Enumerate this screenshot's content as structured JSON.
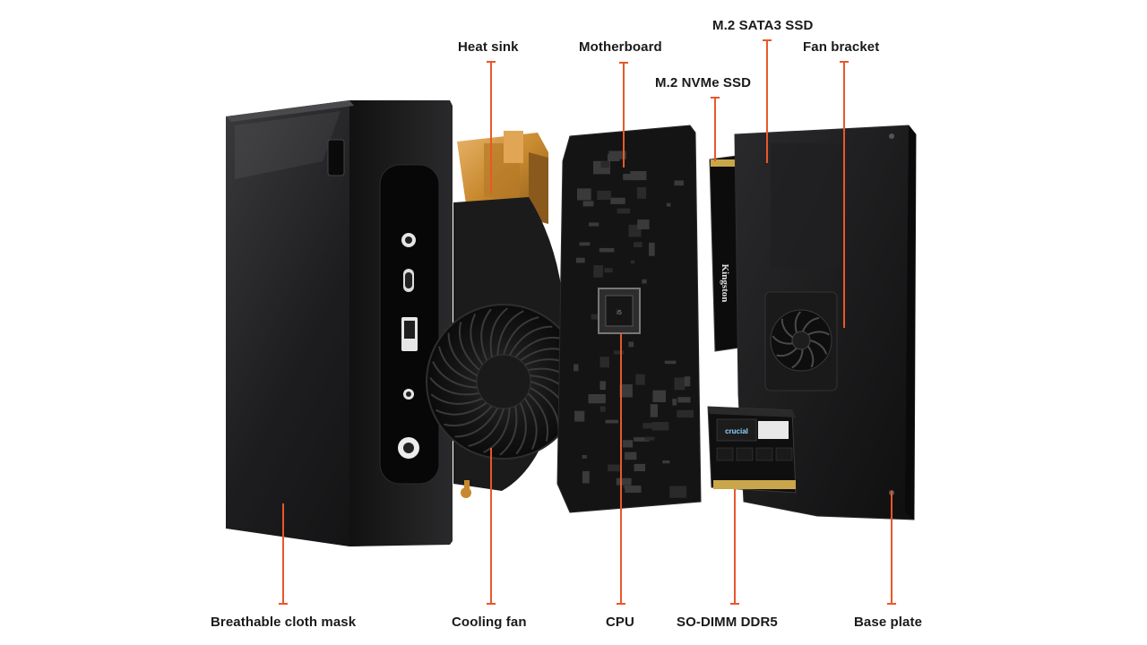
{
  "labels": {
    "heat_sink": "Heat sink",
    "motherboard": "Motherboard",
    "m2_sata3_ssd": "M.2 SATA3 SSD",
    "m2_nvme_ssd": "M.2 NVMe SSD",
    "fan_bracket": "Fan bracket",
    "breathable_cloth_mask": "Breathable cloth mask",
    "cooling_fan": "Cooling fan",
    "cpu": "CPU",
    "so_dimm_ddr5": "SO-DIMM DDR5",
    "base_plate": "Base plate"
  },
  "ssd_brand": "Kingston",
  "ram_brand": "crucial",
  "colors": {
    "leader_line": "#e9572b",
    "chassis": "#1c1c1e",
    "pcb": "#151515",
    "copper": "#c8892e"
  }
}
